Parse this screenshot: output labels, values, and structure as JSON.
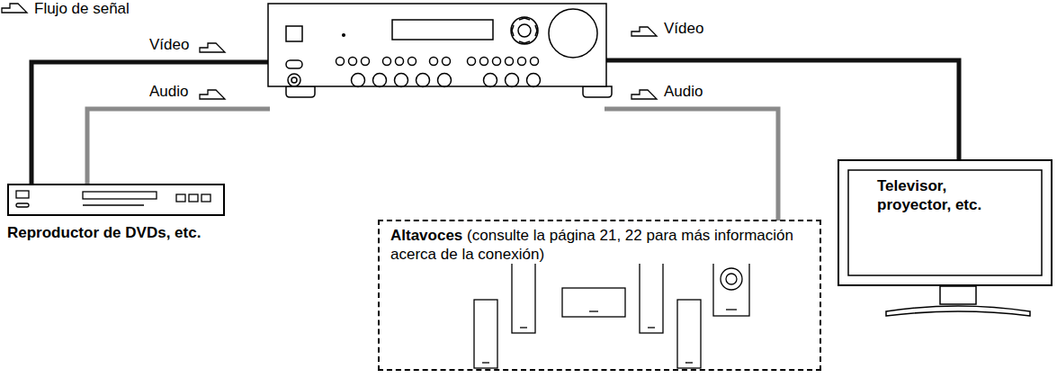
{
  "diagram": {
    "nodes": [
      {
        "text": [
          "Reproductor de DVDs, etc."
        ]
      },
      {
        "text": [
          "Altavoces",
          "(consulte la página 21, 22 para más información acerca de la conexión)"
        ]
      },
      {
        "text": [
          "Televisor, proyector, etc."
        ]
      }
    ],
    "labels": [
      "Vídeo",
      "Audio",
      "Vídeo",
      "Audio"
    ],
    "legend": [
      {
        "text": "Flujo de señal"
      }
    ]
  }
}
